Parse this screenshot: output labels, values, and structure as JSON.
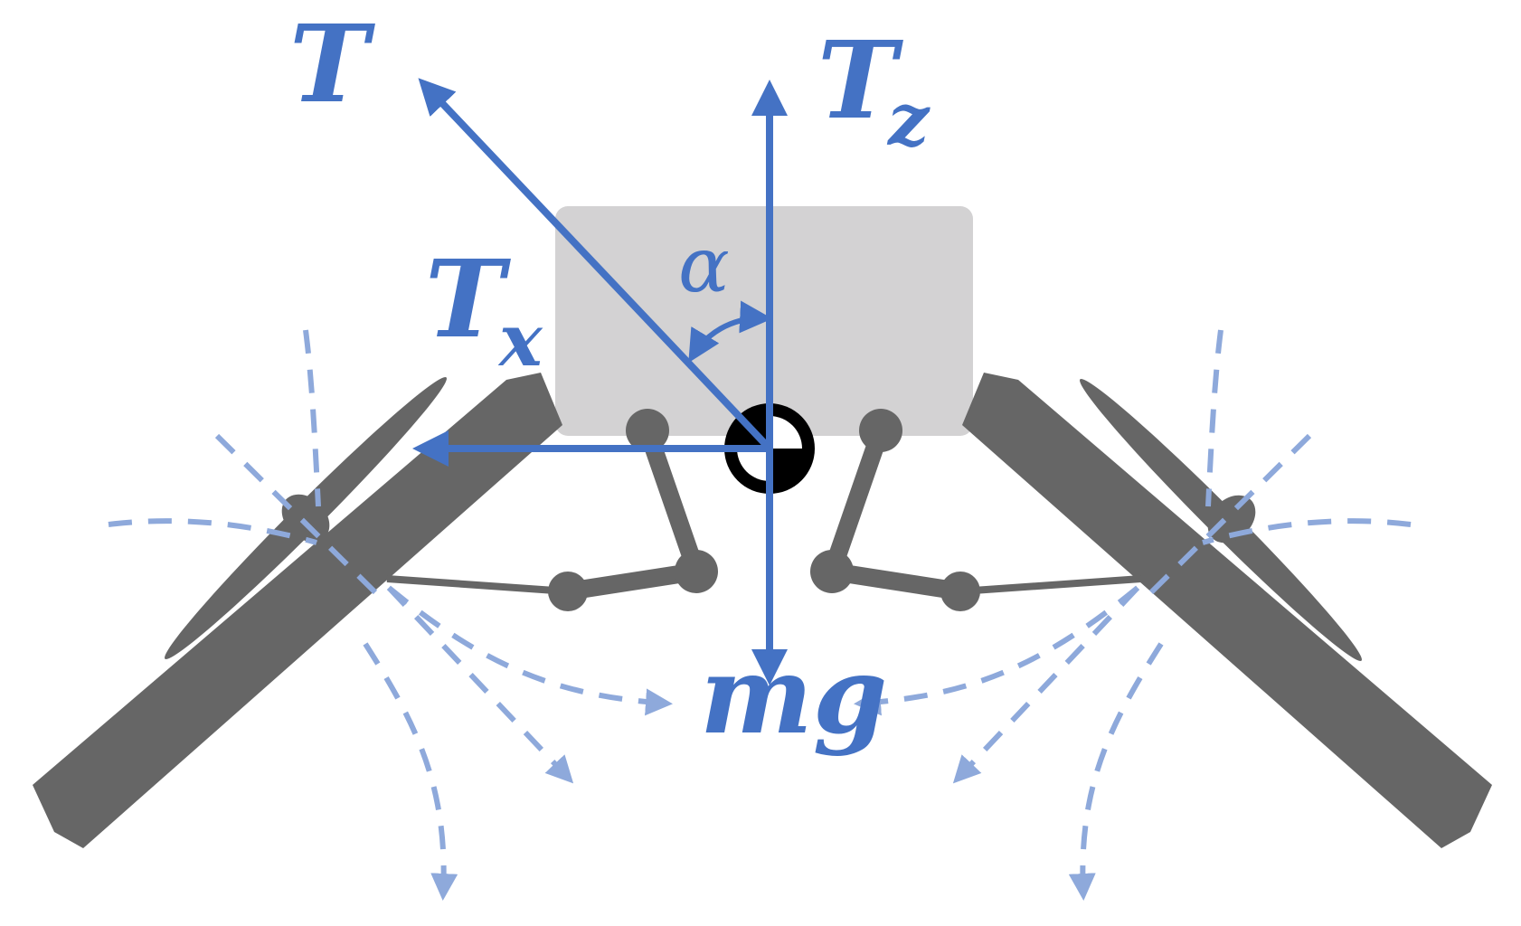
{
  "labels": {
    "thrust": "T",
    "thrust_z_main": "T",
    "thrust_z_sub": "z",
    "thrust_x_main": "T",
    "thrust_x_sub": "x",
    "weight": "mg",
    "angle": "α"
  },
  "colors": {
    "force": "#4472C4",
    "airflow": "#8EA9DB",
    "structure": "#666666",
    "body": "#D3D2D3",
    "com": "#000000"
  }
}
